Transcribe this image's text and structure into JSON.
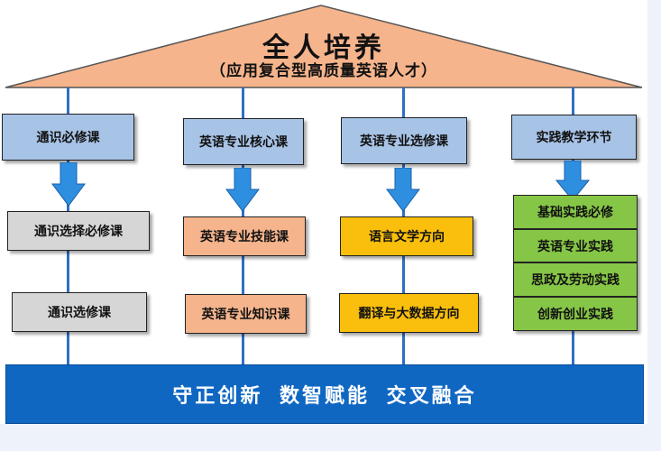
{
  "roof": {
    "title": "全人培养",
    "subtitle": "（应用复合型高质量英语人才）"
  },
  "columns": [
    {
      "header": "通识必修课",
      "items": [
        "通识选择必修课",
        "通识选修课"
      ],
      "colors": {
        "header": "#a7c3e6",
        "items": "#d6d6d6"
      }
    },
    {
      "header": "英语专业核心课",
      "items": [
        "英语专业技能课",
        "英语专业知识课"
      ],
      "colors": {
        "header": "#a7c3e6",
        "items": "#f5b48c"
      }
    },
    {
      "header": "英语专业选修课",
      "items": [
        "语言文学方向",
        "翻译与大数据方向"
      ],
      "colors": {
        "header": "#a7c3e6",
        "items": "#f9bf0c"
      }
    },
    {
      "header": "实践教学环节",
      "items": [
        "基础实践必修",
        "英语专业实践",
        "思政及劳动实践",
        "创新创业实践"
      ],
      "colors": {
        "header": "#a7c3e6",
        "items": "#86c646"
      }
    }
  ],
  "foundation": {
    "text": "守正创新 数智赋能 交叉融合"
  },
  "colors": {
    "roof": "#f5b48c",
    "foundation": "#0f67c2",
    "connector": "#2f6fc4",
    "arrow": "#2e8fe0"
  }
}
